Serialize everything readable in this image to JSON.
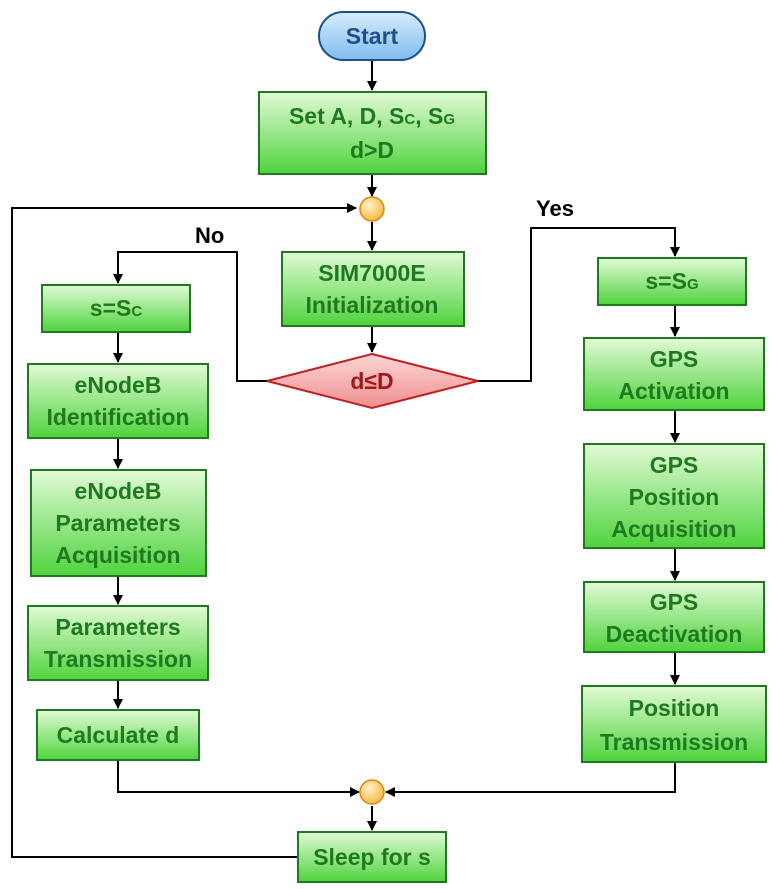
{
  "colors": {
    "process_fill_top": "#d8f7c8",
    "process_fill_bottom": "#4fd33d",
    "process_text": "#1f7a1f",
    "decision_fill": "#f7b4b4",
    "decision_text": "#a01818",
    "start_fill": "#9ed0f5",
    "start_text": "#1f4f8a",
    "connector_fill": "#f9c25a"
  },
  "nodes": {
    "start": {
      "text": "Start"
    },
    "set_params": {
      "line1": "Set A, D, S",
      "sub1": "C",
      "sep": ", S",
      "sub2": "G",
      "line2": "d>D"
    },
    "sim_init": {
      "line1": "SIM7000E",
      "line2": "Initialization"
    },
    "decision": {
      "text": "d≤D"
    },
    "s_sc": {
      "text": "s=S",
      "sub": "C"
    },
    "enodeb_id": {
      "line1": "eNodeB",
      "line2": "Identification"
    },
    "enodeb_params": {
      "line1": "eNodeB",
      "line2": "Parameters",
      "line3": "Acquisition"
    },
    "params_tx": {
      "line1": "Parameters",
      "line2": "Transmission"
    },
    "calc_d": {
      "text": "Calculate d"
    },
    "s_sg": {
      "text": "s=S",
      "sub": "G"
    },
    "gps_act": {
      "line1": "GPS",
      "line2": "Activation"
    },
    "gps_pos": {
      "line1": "GPS",
      "line2": "Position",
      "line3": "Acquisition"
    },
    "gps_deact": {
      "line1": "GPS",
      "line2": "Deactivation"
    },
    "pos_tx": {
      "line1": "Position",
      "line2": "Transmission"
    },
    "sleep": {
      "text": "Sleep for s"
    }
  },
  "edge_labels": {
    "no": "No",
    "yes": "Yes"
  }
}
